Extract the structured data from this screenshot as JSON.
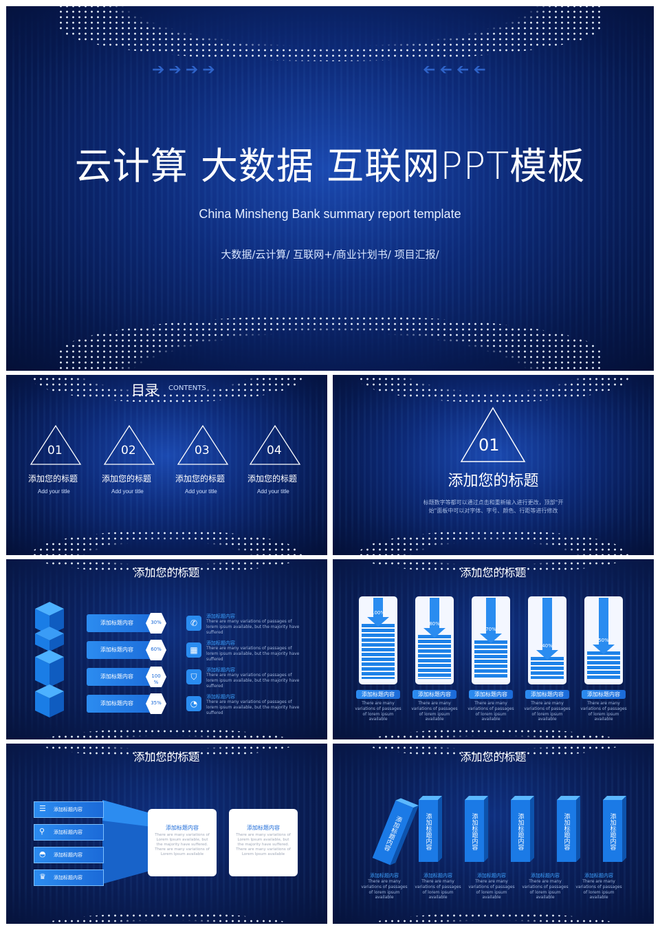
{
  "slide1": {
    "title": "云计算 大数据 互联网PPT模板",
    "subtitle": "China Minsheng Bank summary report template",
    "tags": "大数据/云计算/ 互联网+/商业计划书/ 项目汇报/"
  },
  "slide2": {
    "heading": "目录",
    "heading_en": "CONTENTS",
    "items": [
      {
        "num": "01",
        "title": "添加您的标题",
        "sub": "Add your title"
      },
      {
        "num": "02",
        "title": "添加您的标题",
        "sub": "Add your title"
      },
      {
        "num": "03",
        "title": "添加您的标题",
        "sub": "Add your title"
      },
      {
        "num": "04",
        "title": "添加您的标题",
        "sub": "Add your title"
      }
    ]
  },
  "slide3": {
    "num": "01",
    "title": "添加您的标题",
    "desc1": "标题数字等都可以通过点击和重新输入进行更改，顶部\"开",
    "desc2": "始\"面板中可以对字体、字号、颜色、行距等进行修改"
  },
  "slide4": {
    "title": "添加您的标题",
    "bars": [
      {
        "label": "添加标题内容",
        "value": "30%"
      },
      {
        "label": "添加标题内容",
        "value": "60%"
      },
      {
        "label": "添加标题内容",
        "value": "100\n%"
      },
      {
        "label": "添加标题内容",
        "value": "35%"
      }
    ],
    "items": [
      {
        "title": "添加标题内容",
        "text": "There are many variations of passages of lorem ipsum available, but the majority have suffered",
        "icon": "phone-icon"
      },
      {
        "title": "添加标题内容",
        "text": "There are many variations of passages of lorem ipsum available, but the majority have suffered",
        "icon": "calendar-icon"
      },
      {
        "title": "添加标题内容",
        "text": "There are many variations of passages of lorem ipsum available, but the majority have suffered",
        "icon": "tag-icon"
      },
      {
        "title": "添加标题内容",
        "text": "There are many variations of passages of lorem ipsum available, but the majority have suffered",
        "icon": "clock-icon"
      }
    ]
  },
  "slide5": {
    "title": "添加您的标题",
    "columns": [
      {
        "pct": "100%",
        "fill": 1.0,
        "label": "添加标题内容",
        "text": "There are many variations of passages of lorem ipsum available"
      },
      {
        "pct": "80%",
        "fill": 0.8,
        "label": "添加标题内容",
        "text": "There are many variations of passages of lorem ipsum available"
      },
      {
        "pct": "70%",
        "fill": 0.7,
        "label": "添加标题内容",
        "text": "There are many variations of passages of lorem ipsum available"
      },
      {
        "pct": "40%",
        "fill": 0.4,
        "label": "添加标题内容",
        "text": "There are many variations of passages of lorem ipsum available"
      },
      {
        "pct": "50%",
        "fill": 0.5,
        "label": "添加标题内容",
        "text": "There are many variations of passages of lorem ipsum available"
      }
    ]
  },
  "slide6": {
    "title": "添加您的标题",
    "rows": [
      {
        "label": "添加标题内容",
        "icon": "list-icon"
      },
      {
        "label": "添加标题内容",
        "icon": "search-icon"
      },
      {
        "label": "添加标题内容",
        "icon": "gauge-icon"
      },
      {
        "label": "添加标题内容",
        "icon": "trophy-icon"
      }
    ],
    "cards": [
      {
        "title": "添加标题内容",
        "text": "There are many variations of Lorem Ipsum available, but the majority have suffered. There are many variations of Lorem Ipsum available"
      },
      {
        "title": "添加标题内容",
        "text": "There are many variations of Lorem Ipsum available, but the majority have suffered. There are many variations of Lorem Ipsum available"
      }
    ]
  },
  "slide7": {
    "title": "添加您的标题",
    "blocks": [
      {
        "label": "添加标题内容"
      },
      {
        "label": "添加标题内容"
      },
      {
        "label": "添加标题内容"
      },
      {
        "label": "添加标题内容"
      },
      {
        "label": "添加标题内容"
      },
      {
        "label": "添加标题内容"
      }
    ],
    "captions": [
      {
        "title": "添加标题内容",
        "text": "There are many variations of passages of lorem ipsum available"
      },
      {
        "title": "添加标题内容",
        "text": "There are many variations of passages of lorem ipsum available"
      },
      {
        "title": "添加标题内容",
        "text": "There are many variations of passages of lorem ipsum available"
      },
      {
        "title": "添加标题内容",
        "text": "There are many variations of passages of lorem ipsum available"
      },
      {
        "title": "添加标题内容",
        "text": "There are many variations of passages of lorem ipsum available"
      }
    ]
  }
}
